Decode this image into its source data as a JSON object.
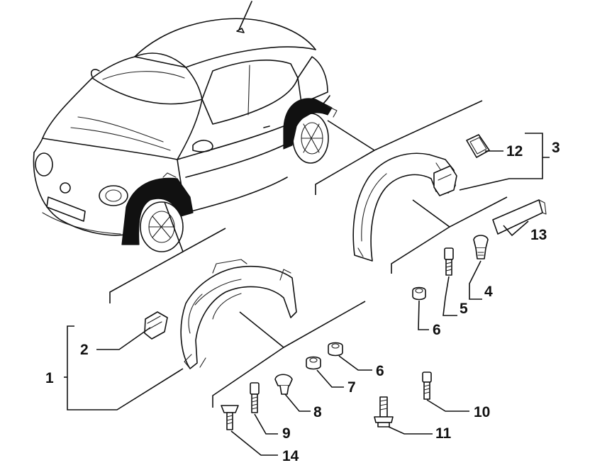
{
  "callouts": [
    {
      "id": "c1",
      "text": "1"
    },
    {
      "id": "c2",
      "text": "2"
    },
    {
      "id": "c3",
      "text": "3"
    },
    {
      "id": "c4",
      "text": "4"
    },
    {
      "id": "c5",
      "text": "5"
    },
    {
      "id": "c6a",
      "text": "6"
    },
    {
      "id": "c6b",
      "text": "6"
    },
    {
      "id": "c7",
      "text": "7"
    },
    {
      "id": "c8",
      "text": "8"
    },
    {
      "id": "c9",
      "text": "9"
    },
    {
      "id": "c10",
      "text": "10"
    },
    {
      "id": "c11",
      "text": "11"
    },
    {
      "id": "c12",
      "text": "12"
    },
    {
      "id": "c13",
      "text": "13"
    },
    {
      "id": "c14",
      "text": "14"
    }
  ],
  "colors": {
    "line": "#111111",
    "background": "#ffffff"
  }
}
